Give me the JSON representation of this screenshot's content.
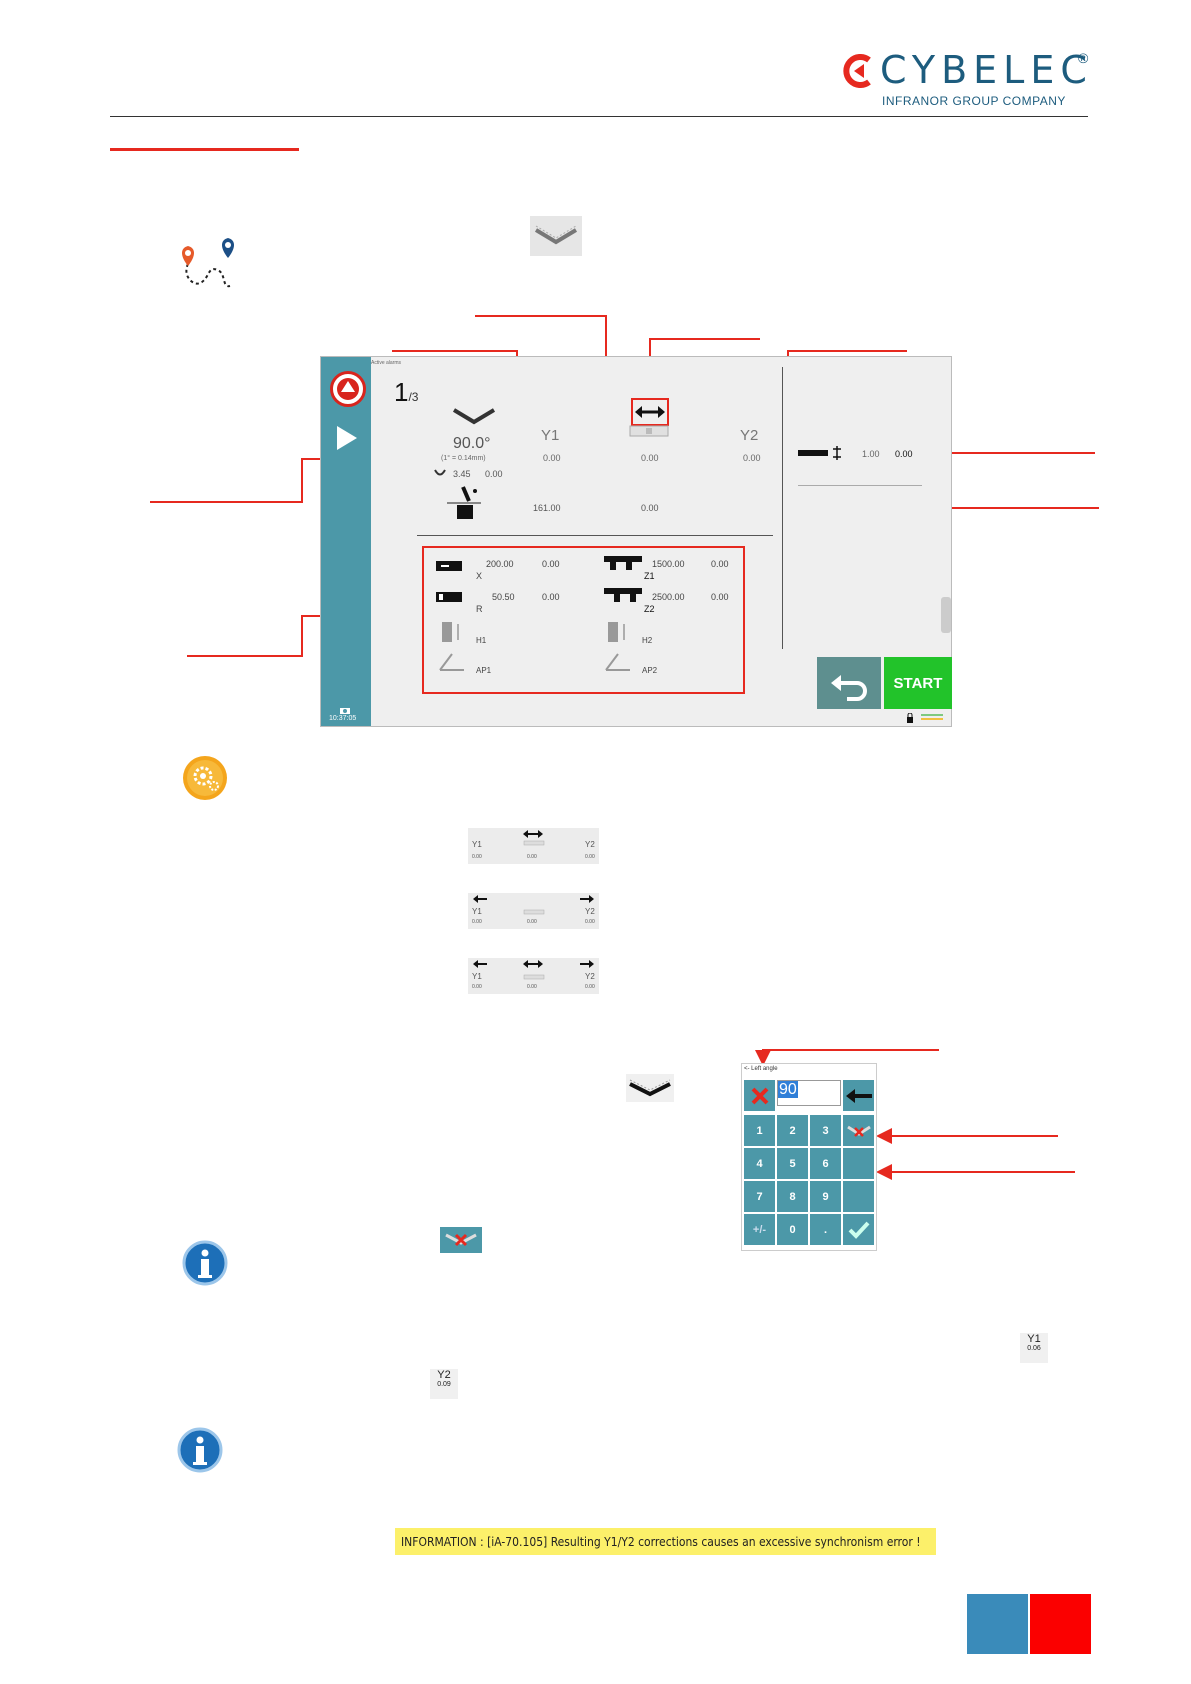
{
  "header": {
    "brand": "CYBELEC",
    "registered": "®",
    "tagline": "INFRANOR GROUP COMPANY",
    "colors": {
      "brand": "#1d5c7e",
      "accent": "#e6291f"
    }
  },
  "screen": {
    "top_label": "Active alarms",
    "step_current": "1",
    "step_total": "/3",
    "angle": "90.0",
    "angle_note": "(1° = 0.14mm)",
    "springback": "3.45",
    "springback_corr": "0.00",
    "y1_label": "Y1",
    "y1_value": "0.00",
    "center_value": "0.00",
    "y2_label": "Y2",
    "y2_value": "0.00",
    "thickness_label": "1.00",
    "thickness_value": "0.00",
    "crowning_value": "161.00",
    "crowning_corr": "0.00",
    "axes": {
      "x_value": "200.00",
      "x_corr": "0.00",
      "x_label": "X",
      "r_value": "50.50",
      "r_corr": "0.00",
      "r_label": "R",
      "h1_label": "H1",
      "ap1_label": "AP1",
      "z1_value": "1500.00",
      "z1_corr": "0.00",
      "z1_label": "Z1",
      "z2_value": "2500.00",
      "z2_corr": "0.00",
      "z2_label": "Z2",
      "h2_label": "H2",
      "ap2_label": "AP2"
    },
    "start_label": "START",
    "clock": "10:37:05",
    "colors": {
      "sidebar": "#4c98a8",
      "start": "#22c32a",
      "back": "#5e8f8f",
      "alarm": "#d8241d"
    }
  },
  "mini_panels": [
    {
      "y1": "Y1",
      "y1_val": "0.00",
      "c_val": "0.00",
      "y2": "Y2",
      "y2_val": "0.00",
      "mode": "both"
    },
    {
      "y1": "Y1",
      "y1_val": "0.00",
      "c_val": "0.00",
      "y2": "Y2",
      "y2_val": "0.00",
      "mode": "sides"
    },
    {
      "y1": "Y1",
      "y1_val": "0.00",
      "c_val": "0.00",
      "y2": "Y2",
      "y2_val": "0.00",
      "mode": "all"
    }
  ],
  "keypad": {
    "title": "<- Left angle",
    "input_value": "90",
    "keys": [
      "1",
      "2",
      "3",
      "4",
      "5",
      "6",
      "7",
      "8",
      "9",
      "+/-",
      "0",
      "."
    ]
  },
  "small_y1": {
    "label": "Y1",
    "value": "0.06"
  },
  "small_y2": {
    "label": "Y2",
    "value": "0.09"
  },
  "info_message": "INFORMATION : [iA-70.105] Resulting Y1/Y2 corrections causes an excessive synchronism error !",
  "footer_colors": {
    "blue": "#3a8bba",
    "red": "#fb0000"
  }
}
